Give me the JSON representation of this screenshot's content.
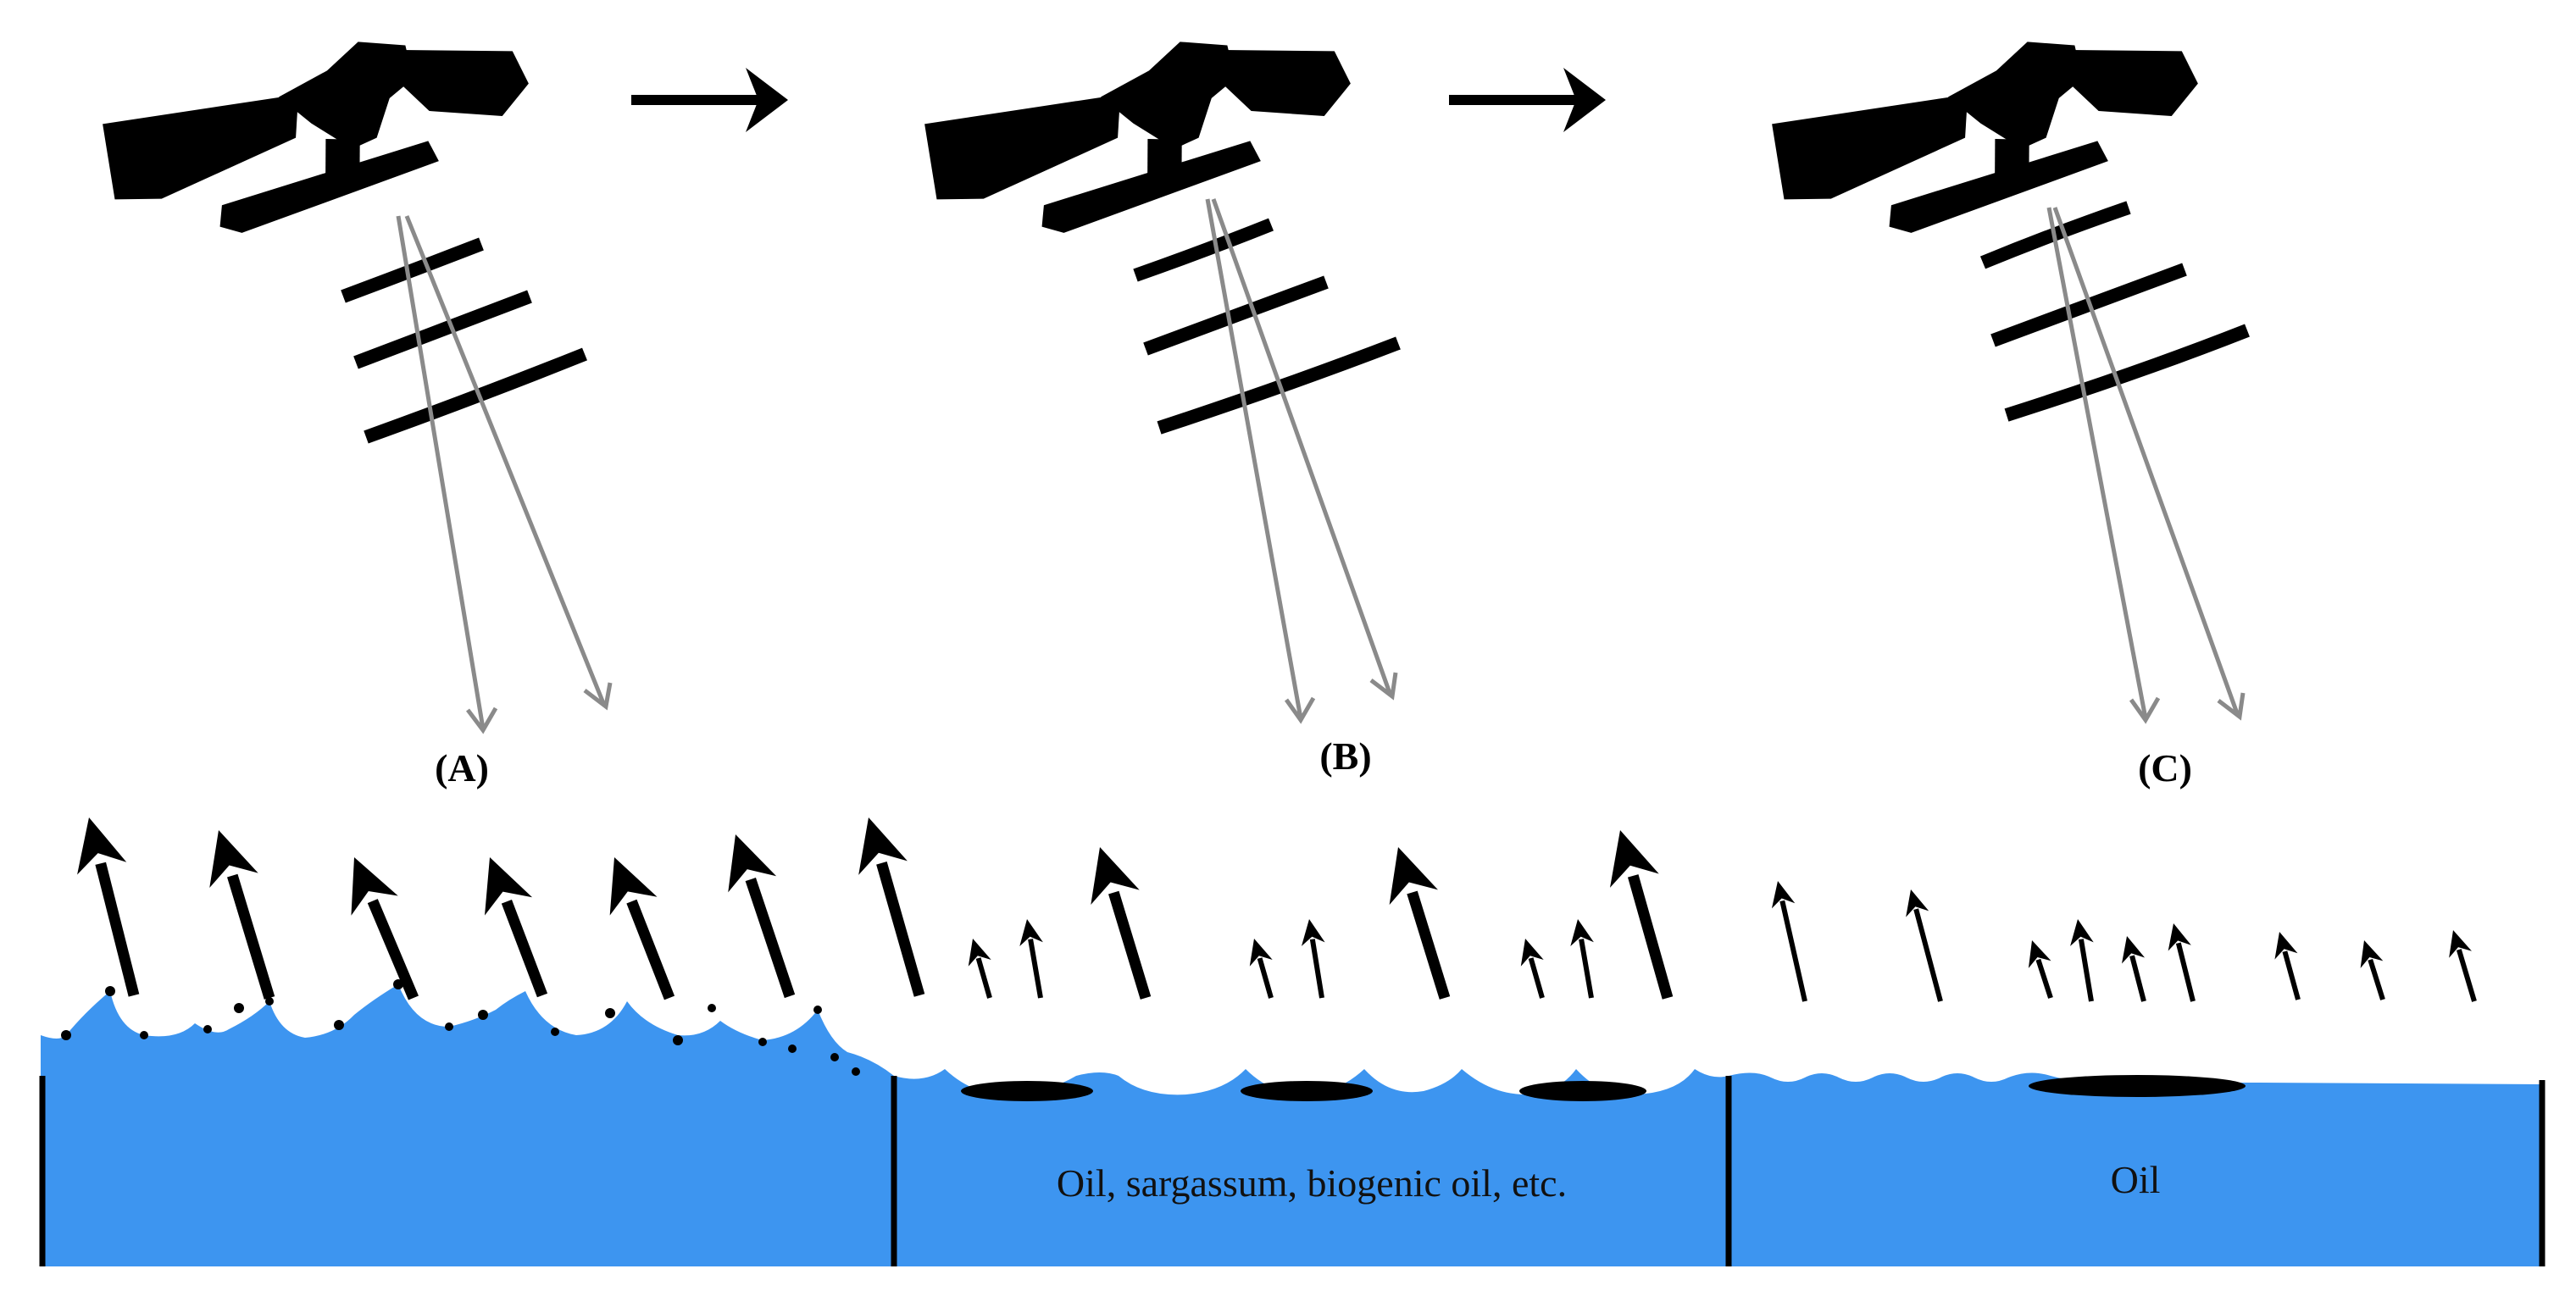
{
  "panels": [
    {
      "label": "(A)",
      "surface": "rough",
      "note": ""
    },
    {
      "label": "(B)",
      "surface": "partial",
      "note": "Oil, sargassum, biogenic oil, etc."
    },
    {
      "label": "(C)",
      "surface": "smooth",
      "note": "Oil"
    }
  ],
  "colors": {
    "water": "#3d95f0",
    "satellite": "#000000",
    "radar_beam": "#8a8a8a",
    "slick": "#000000"
  },
  "icons": {
    "satellite": "satellite-icon",
    "progression_arrow": "arrow-right-icon",
    "backscatter": "arrow-up-icon"
  }
}
